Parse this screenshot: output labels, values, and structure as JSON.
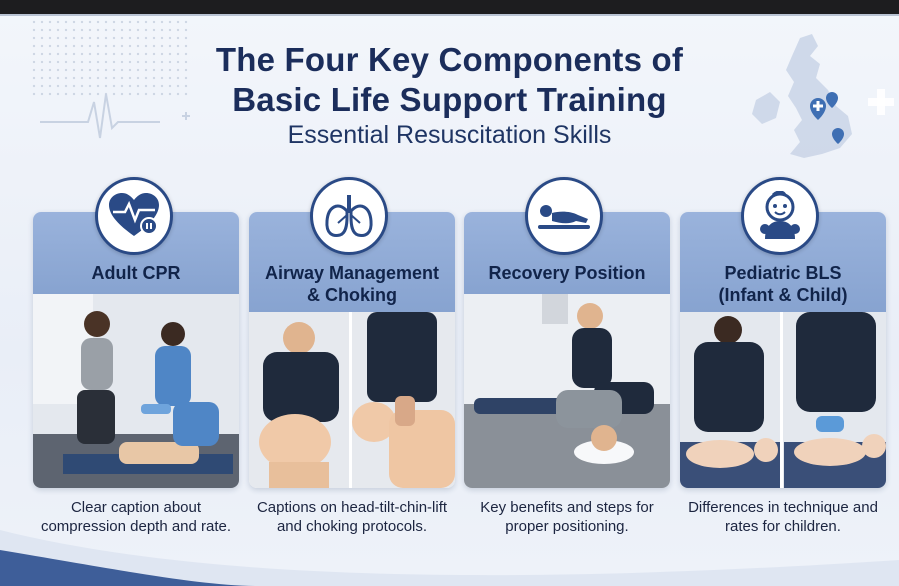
{
  "header": {
    "title_line1": "The Four Key Components of",
    "title_line2": "Basic Life Support Training",
    "subtitle": "Essential Resuscitation Skills"
  },
  "cards": [
    {
      "label_line1": "Adult CPR",
      "label_line2": "",
      "icon": "heart-pulse-icon",
      "caption_line1": "Clear caption about",
      "caption_line2": "compression depth and rate."
    },
    {
      "label_line1": "Airway Management",
      "label_line2": "& Choking",
      "icon": "lungs-icon",
      "caption_line1": "Captions on head-tilt-chin-lift",
      "caption_line2": "and choking protocols."
    },
    {
      "label_line1": "Recovery Position",
      "label_line2": "",
      "icon": "recovery-person-icon",
      "caption_line1": "Key benefits and steps for",
      "caption_line2": "proper positioning."
    },
    {
      "label_line1": "Pediatric BLS",
      "label_line2": "(Infant & Child)",
      "icon": "baby-icon",
      "caption_line1": "Differences in technique and",
      "caption_line2": "rates for children."
    }
  ],
  "colors": {
    "navy": "#1b2d5b",
    "card_header": "#8ca8d4",
    "accent": "#2a4a86"
  }
}
